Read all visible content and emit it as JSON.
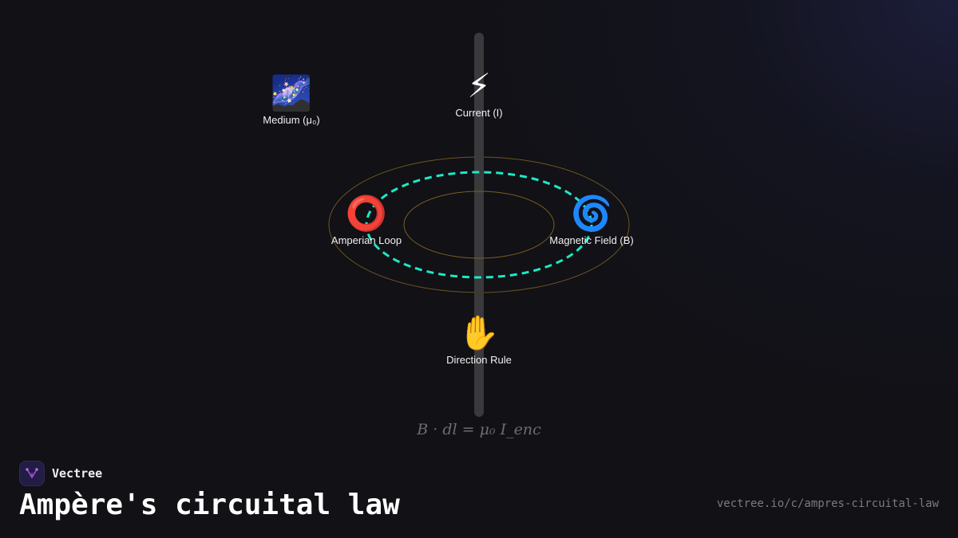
{
  "diagram": {
    "nodes": {
      "medium": {
        "icon": "galaxy-icon",
        "emoji": "🌌",
        "label": "Medium (μ₀)"
      },
      "current": {
        "icon": "lightning-icon",
        "emoji": "⚡",
        "label": "Current (I)"
      },
      "loop": {
        "icon": "hollow-circle-icon",
        "emoji": "⭕",
        "label": "Amperian Loop"
      },
      "field": {
        "icon": "spiral-icon",
        "emoji": "🌀",
        "label": "Magnetic Field (B)"
      },
      "rule": {
        "icon": "raised-hand-icon",
        "emoji": "✋",
        "label": "Direction Rule"
      }
    },
    "formula": "B · dl = μ₀ I_enc",
    "colors": {
      "wire": "#3a3a3d",
      "loop_dashed": "#1de9c4",
      "field_rings": "#8a6a22",
      "background": "#111116"
    }
  },
  "brand": {
    "name": "Vectree",
    "logo_icon": "vectree-logo-icon",
    "logo_color": "#a64dd9"
  },
  "title": "Ampère's circuital law",
  "url": "vectree.io/c/ampres-circuital-law"
}
